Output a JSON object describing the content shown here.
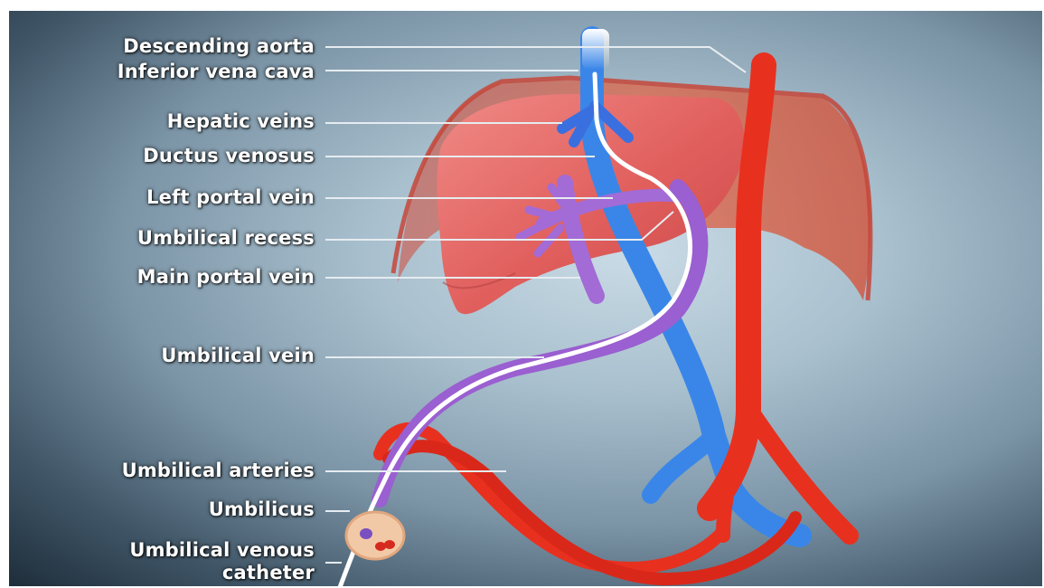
{
  "labels": {
    "descending_aorta": "Descending aorta",
    "inferior_vena_cava": "Inferior vena cava",
    "hepatic_veins": "Hepatic veins",
    "ductus_venosus": "Ductus venosus",
    "left_portal_vein": "Left portal vein",
    "umbilical_recess": "Umbilical recess",
    "main_portal_vein": "Main portal vein",
    "umbilical_vein": "Umbilical vein",
    "umbilical_arteries": "Umbilical arteries",
    "umbilicus": "Umbilicus",
    "umbilical_venous_catheter_line1": "Umbilical venous",
    "umbilical_venous_catheter_line2": "catheter"
  },
  "colors": {
    "label_text": "#ffffff",
    "leader_line": "#e6ecf0",
    "artery_red": "#e8301f",
    "vein_blue": "#3a86e8",
    "portal_purple": "#a36bd6",
    "liver": "#e46a6a",
    "diaphragm": "#d9573f",
    "catheter": "#ffffff"
  }
}
